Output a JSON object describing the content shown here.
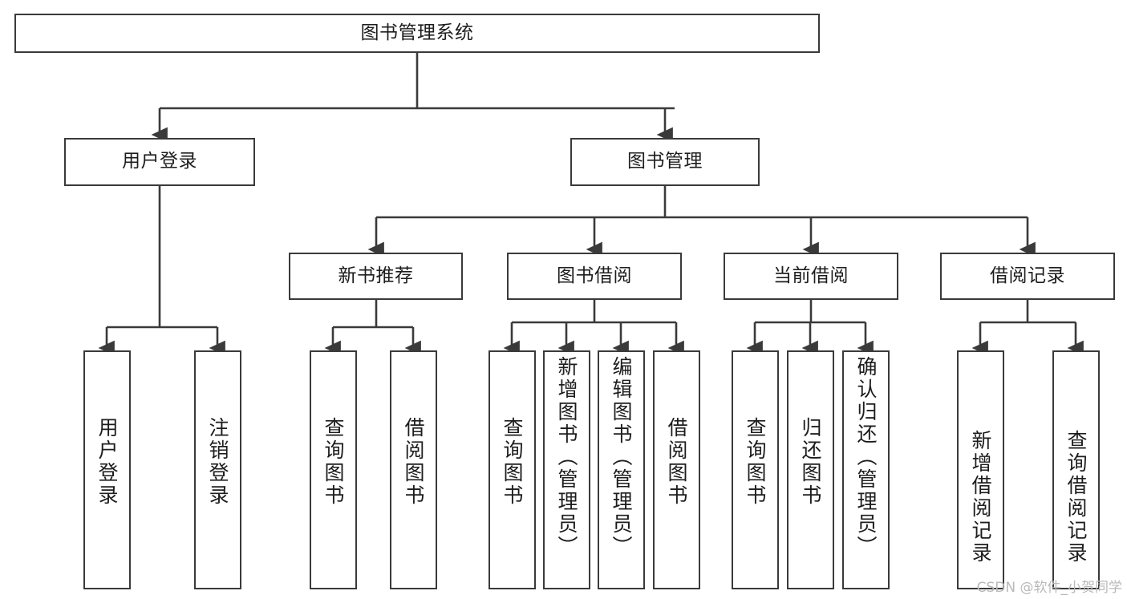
{
  "diagram": {
    "title": "图书管理系统",
    "type": "tree-hierarchy",
    "watermark": "CSDN @软件_小贺同学",
    "colors": {
      "stroke": "#3a3a3a",
      "fill": "#ffffff",
      "text": "#1d1d1d",
      "watermark": "#b9b9b9"
    },
    "nodes": {
      "root": {
        "label": "图书管理系统",
        "level": 1,
        "orientation": "horizontal"
      },
      "user_login": {
        "label": "用户登录",
        "level": 2,
        "orientation": "horizontal"
      },
      "book_manage": {
        "label": "图书管理",
        "level": 2,
        "orientation": "horizontal"
      },
      "new_book_rec": {
        "label": "新书推荐",
        "level": 3,
        "orientation": "horizontal"
      },
      "book_borrow": {
        "label": "图书借阅",
        "level": 3,
        "orientation": "horizontal"
      },
      "current_borrow": {
        "label": "当前借阅",
        "level": 3,
        "orientation": "horizontal"
      },
      "borrow_record": {
        "label": "借阅记录",
        "level": 3,
        "orientation": "horizontal"
      },
      "leaf_user_login": {
        "label": "用户登录",
        "level": 4,
        "orientation": "vertical"
      },
      "leaf_logout": {
        "label": "注销登录",
        "level": 4,
        "orientation": "vertical"
      },
      "leaf_query_book_1": {
        "label": "查询图书",
        "level": 4,
        "orientation": "vertical"
      },
      "leaf_borrow_book_1": {
        "label": "借阅图书",
        "level": 4,
        "orientation": "vertical"
      },
      "leaf_query_book_2": {
        "label": "查询图书",
        "level": 4,
        "orientation": "vertical"
      },
      "leaf_add_book": {
        "label": "新增图书（管理员）",
        "level": 4,
        "orientation": "vertical"
      },
      "leaf_edit_book": {
        "label": "编辑图书（管理员）",
        "level": 4,
        "orientation": "vertical"
      },
      "leaf_borrow_book_2": {
        "label": "借阅图书",
        "level": 4,
        "orientation": "vertical"
      },
      "leaf_query_book_3": {
        "label": "查询图书",
        "level": 4,
        "orientation": "vertical"
      },
      "leaf_return_book": {
        "label": "归还图书",
        "level": 4,
        "orientation": "vertical"
      },
      "leaf_confirm_return": {
        "label": "确认归还（管理员）",
        "level": 4,
        "orientation": "vertical"
      },
      "leaf_add_record": {
        "label": "新增借阅记录",
        "level": 4,
        "orientation": "vertical"
      },
      "leaf_query_record": {
        "label": "查询借阅记录",
        "level": 4,
        "orientation": "vertical"
      }
    },
    "edges": [
      {
        "from": "root",
        "to": "user_login"
      },
      {
        "from": "root",
        "to": "book_manage"
      },
      {
        "from": "user_login",
        "to": "leaf_user_login"
      },
      {
        "from": "user_login",
        "to": "leaf_logout"
      },
      {
        "from": "book_manage",
        "to": "new_book_rec"
      },
      {
        "from": "book_manage",
        "to": "book_borrow"
      },
      {
        "from": "book_manage",
        "to": "current_borrow"
      },
      {
        "from": "book_manage",
        "to": "borrow_record"
      },
      {
        "from": "new_book_rec",
        "to": "leaf_query_book_1"
      },
      {
        "from": "new_book_rec",
        "to": "leaf_borrow_book_1"
      },
      {
        "from": "book_borrow",
        "to": "leaf_query_book_2"
      },
      {
        "from": "book_borrow",
        "to": "leaf_add_book"
      },
      {
        "from": "book_borrow",
        "to": "leaf_edit_book"
      },
      {
        "from": "book_borrow",
        "to": "leaf_borrow_book_2"
      },
      {
        "from": "current_borrow",
        "to": "leaf_query_book_3"
      },
      {
        "from": "current_borrow",
        "to": "leaf_return_book"
      },
      {
        "from": "current_borrow",
        "to": "leaf_confirm_return"
      },
      {
        "from": "borrow_record",
        "to": "leaf_add_record"
      },
      {
        "from": "borrow_record",
        "to": "leaf_query_record"
      }
    ]
  }
}
